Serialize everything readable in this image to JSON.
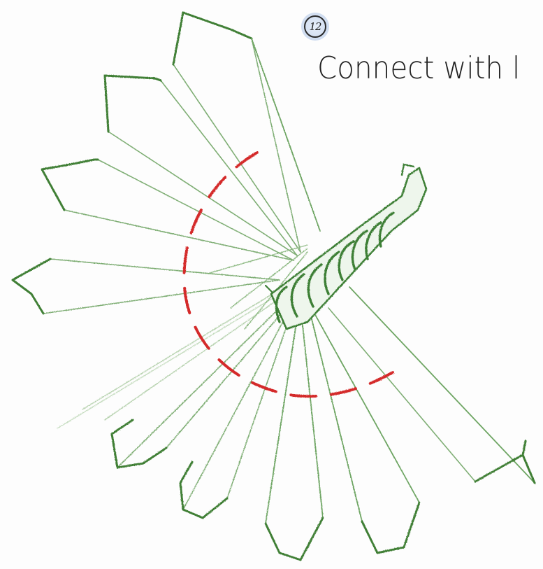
{
  "step": {
    "number": "12"
  },
  "instruction": {
    "text": "Connect with l"
  },
  "colors": {
    "petal": "#4a8a3f",
    "petal_light": "#8fbf84",
    "body": "#3e7f35",
    "guide": "#d42a2a",
    "badge": "#cfdcf0",
    "text": "#222222"
  },
  "icons": {
    "step_badge": "circled-number-icon",
    "drawing": "pinecone-fan-sketch"
  }
}
